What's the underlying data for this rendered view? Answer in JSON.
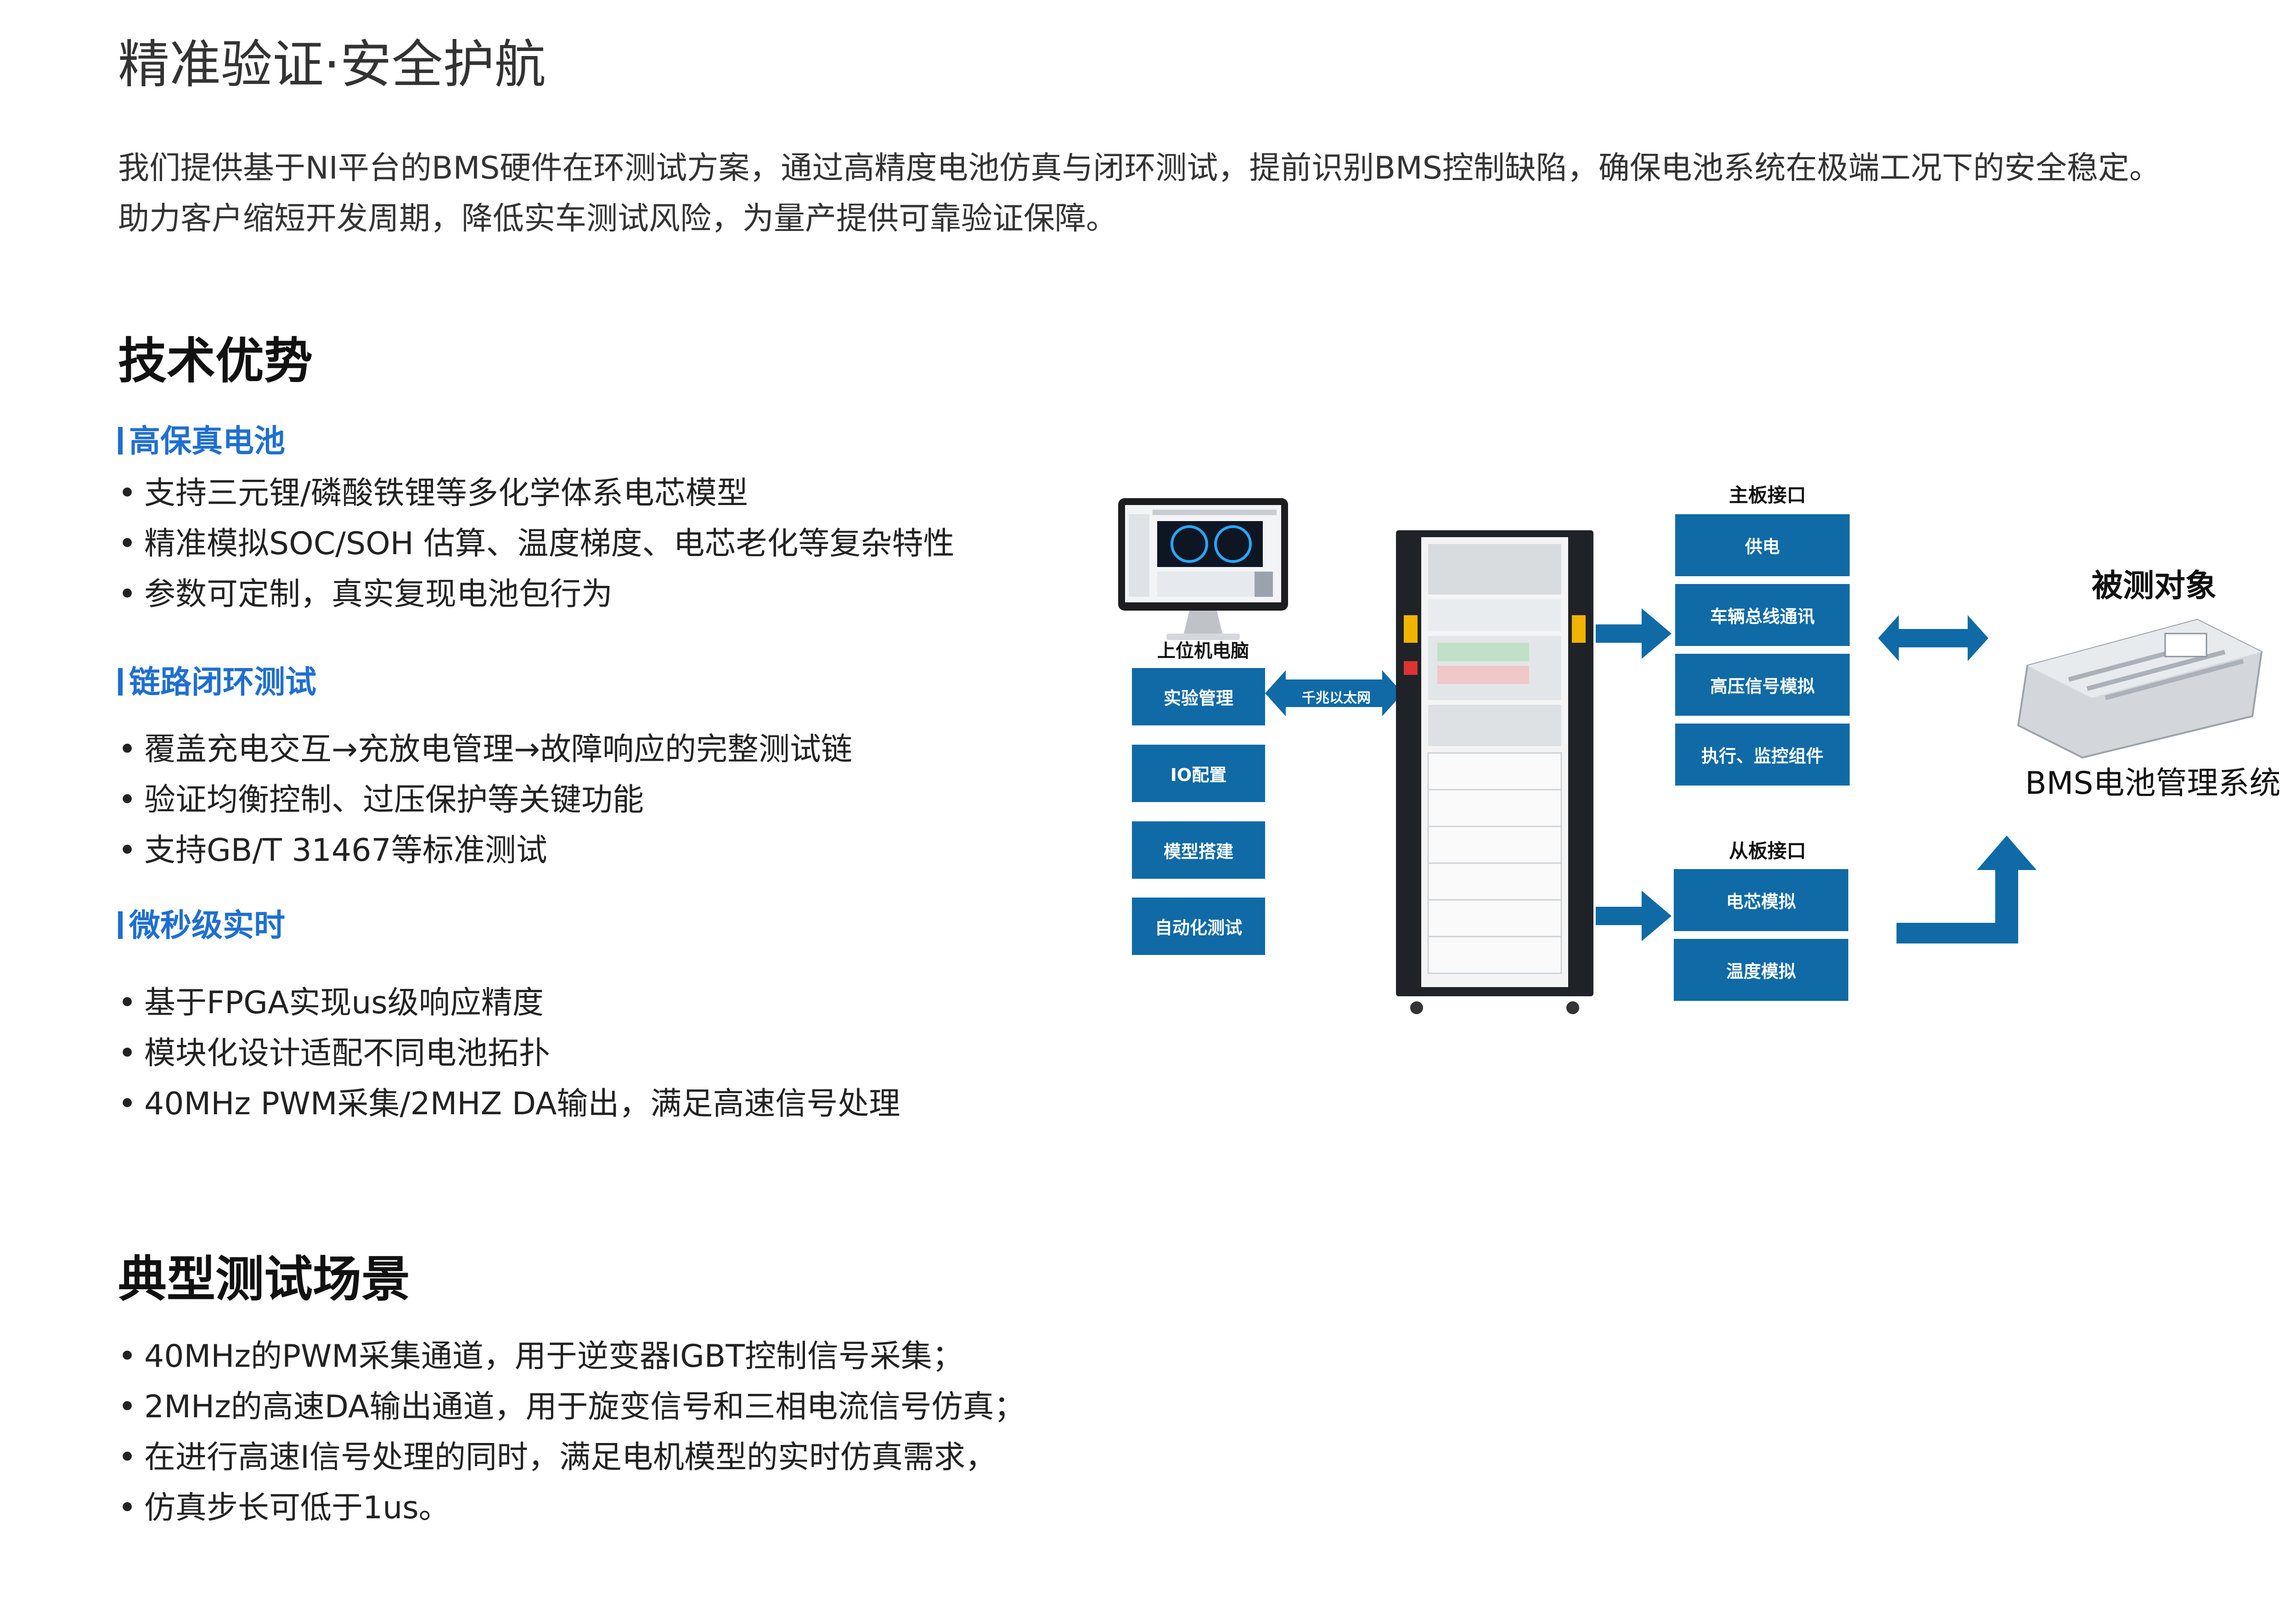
{
  "page_title": "精准验证·安全护航",
  "intro": [
    "我们提供基于NI平台的BMS硬件在环测试方案，通过高精度电池仿真与闭环测试，提前识别BMS控制缺陷，确保电池系统在极端工况下的安全稳定。",
    "助力客户缩短开发周期，降低实车测试风险，为量产提供可靠验证保障。"
  ],
  "tech_section": {
    "heading": "技术优势",
    "groups": [
      {
        "title": "高保真电池",
        "items": [
          "支持三元锂/磷酸铁锂等多化学体系电芯模型",
          "精准模拟SOC/SOH 估算、温度梯度、电芯老化等复杂特性",
          "参数可定制，真实复现电池包行为"
        ]
      },
      {
        "title": "链路闭环测试",
        "items": [
          "覆盖充电交互→充放电管理→故障响应的完整测试链",
          "验证均衡控制、过压保护等关键功能",
          "支持GB/T 31467等标准测试"
        ]
      },
      {
        "title": "微秒级实时",
        "items": [
          "基于FPGA实现us级响应精度",
          "模块化设计适配不同电池拓扑",
          "40MHz PWM采集/2MHZ DA输出，满足高速信号处理"
        ]
      }
    ]
  },
  "scenario_section": {
    "heading": "典型测试场景",
    "items": [
      "40MHz的PWM采集通道，用于逆变器IGBT控制信号采集；",
      "2MHz的高速DA输出通道，用于旋变信号和三相电流信号仿真；",
      "在进行高速I信号处理的同时，满足电机模型的实时仿真需求，",
      "仿真步长可低于1us。"
    ]
  },
  "diagram": {
    "pc_label": "上位机电脑",
    "pc_buttons": [
      "实验管理",
      "IO配置",
      "模型搭建",
      "自动化测试"
    ],
    "ethernet_label": "千兆以太网",
    "main_board_label": "主板接口",
    "main_board_items": [
      "供电",
      "车辆总线通讯",
      "高压信号模拟",
      "执行、监控组件"
    ],
    "slave_board_label": "从板接口",
    "slave_board_items": [
      "电芯模拟",
      "温度模拟"
    ],
    "dut_label": "被测对象",
    "dut_name": "BMS电池管理系统",
    "colors": {
      "box": "#0f6aa6",
      "heading_accent": "#1f6fd0"
    }
  }
}
